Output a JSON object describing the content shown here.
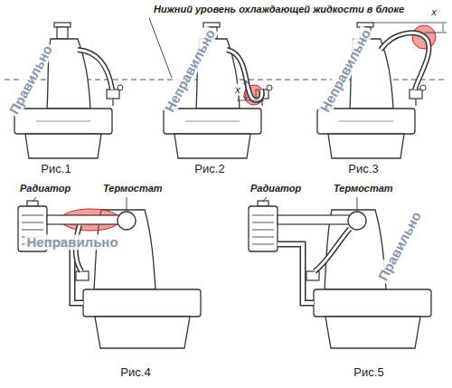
{
  "diagram": {
    "labels": [
      "Нижний уровень охлаждающей жидкости в блоке",
      "Правильно",
      "Неправильно",
      "x",
      "Неправильно",
      "x",
      "Рис.1",
      "Рис.2",
      "Рис.3",
      "Радиатор",
      "Термостат",
      "Неправильно",
      "Рис.4",
      "Радиатор",
      "Термостат",
      "Правильно",
      "Рис.5"
    ]
  }
}
